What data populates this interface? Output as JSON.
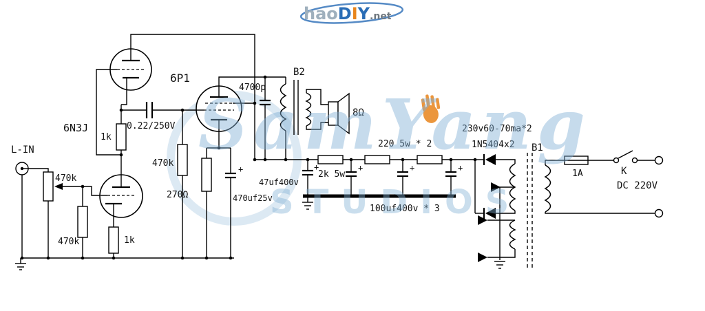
{
  "logo": {
    "hao": "hao",
    "d": "D",
    "i": "I",
    "y": "Y",
    "net": ".net"
  },
  "watermark": {
    "line1": "SamYang",
    "line2": "STUDIOS"
  },
  "schematic": {
    "input": "L-IN",
    "pot": "470k",
    "r_grid": "470k",
    "tube1": "6N3J",
    "r_srpp": "1k",
    "r_cath1": "1k",
    "c_coupling": "0.22/250V",
    "r_gridleak": "470k",
    "tube2": "6P1",
    "r_bias": "270Ω",
    "c_bypass": "470uf25v",
    "c_fb": "4700p",
    "b2": "B2",
    "speaker": "8Ω",
    "c_driver": "47uf400v",
    "r_drop": "2k 5w",
    "r_filter": "220 5w * 2",
    "c_filter": "100uf400v * 3",
    "winding": "230v60-70ma*2",
    "diodes": "1N5404x2",
    "b1": "B1",
    "fuse": "1A",
    "sw": "K",
    "mains": "DC 220V",
    "plus": "+"
  }
}
